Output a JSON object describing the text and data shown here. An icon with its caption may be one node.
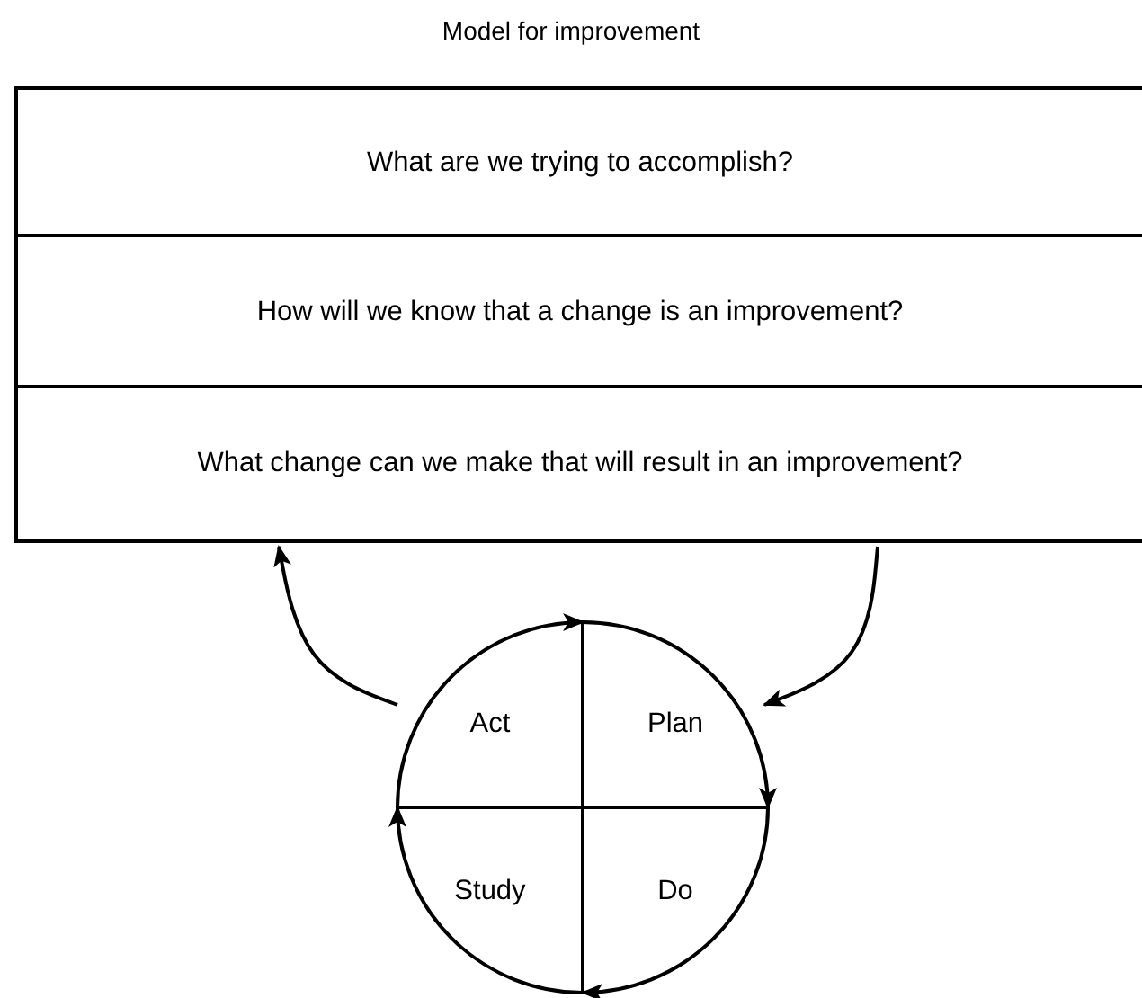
{
  "diagram": {
    "title": "Model for improvement",
    "nodes": [
      {
        "text": [
          "What are we trying to accomplish?"
        ]
      },
      {
        "text": [
          "How will we know that a change is an improvement?"
        ]
      },
      {
        "text": [
          "What change can we make that will result in an improvement?"
        ]
      },
      {
        "text": [
          "Plan"
        ]
      },
      {
        "text": [
          "Do"
        ]
      },
      {
        "text": [
          "Study"
        ]
      },
      {
        "text": [
          "Act"
        ]
      }
    ],
    "edges": [
      {
        "from": 6,
        "to": 2,
        "arrow": "to"
      },
      {
        "from": 2,
        "to": 3,
        "arrow": "to"
      }
    ]
  }
}
